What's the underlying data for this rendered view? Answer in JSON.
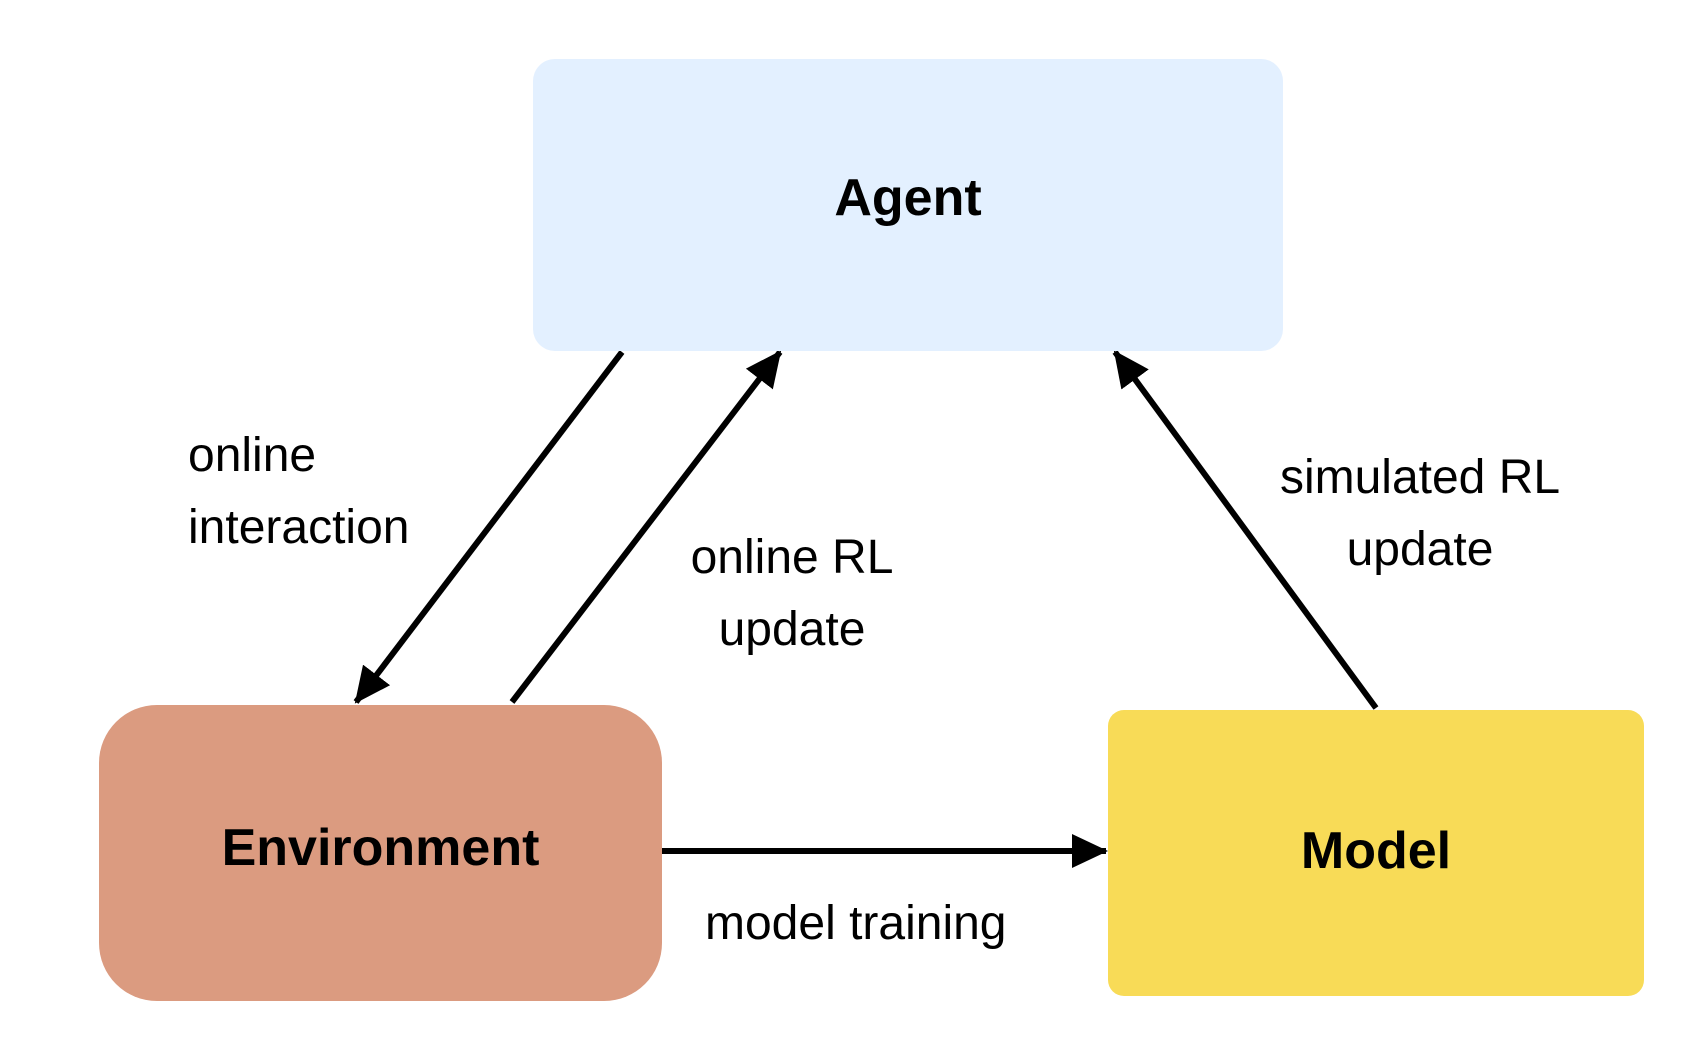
{
  "nodes": {
    "agent": {
      "label": "Agent",
      "color": "#E3F0FF"
    },
    "environment": {
      "label": "Environment",
      "color": "#DB9B80"
    },
    "model": {
      "label": "Model",
      "color": "#F8DB57"
    }
  },
  "edges": {
    "online_interaction": {
      "lines": [
        "online",
        "interaction"
      ]
    },
    "online_rl_update": {
      "lines": [
        "online RL",
        "update"
      ]
    },
    "simulated_rl_update": {
      "lines": [
        "simulated RL",
        "update"
      ]
    },
    "model_training": {
      "label": "model training"
    }
  },
  "colors": {
    "arrow": "#000000",
    "text": "#000000",
    "background": "#FFFFFF"
  }
}
